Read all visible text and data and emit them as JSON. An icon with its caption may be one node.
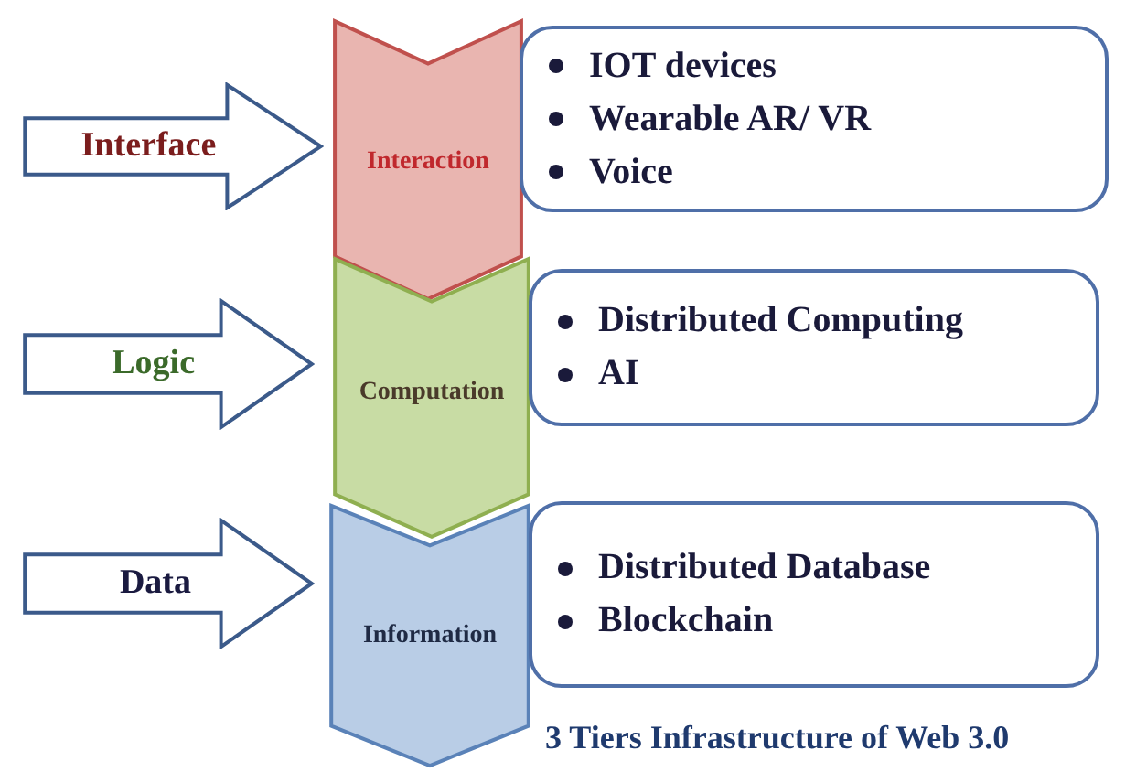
{
  "diagram": {
    "caption": "3 Tiers Infrastructure of Web 3.0",
    "nodes": [
      {
        "text": [
          "Interface"
        ]
      },
      {
        "text": [
          "Interaction"
        ]
      },
      {
        "text": [
          "IOT devices",
          "Wearable AR/ VR",
          "Voice"
        ]
      },
      {
        "text": [
          "Logic"
        ]
      },
      {
        "text": [
          "Computation"
        ]
      },
      {
        "text": [
          "Distributed Computing",
          "AI"
        ]
      },
      {
        "text": [
          "Data"
        ]
      },
      {
        "text": [
          "Information"
        ]
      },
      {
        "text": [
          "Distributed Database",
          "Blockchain"
        ]
      }
    ]
  }
}
